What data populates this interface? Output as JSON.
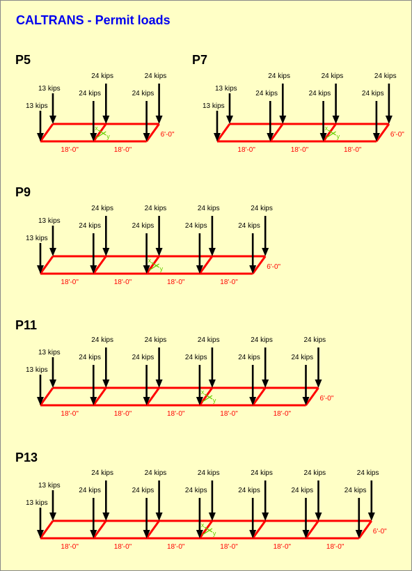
{
  "title": "CALTRANS - Permit loads",
  "colors": {
    "background": "#ffffc6",
    "title": "#0000ee",
    "deck": "#ff0000",
    "dimension": "#ff0000",
    "axes": "#66cc00",
    "arrow": "#000000"
  },
  "labels": {
    "axle_13": "13 kips",
    "axle_24": "24 kips",
    "spacing": "18'-0\"",
    "width": "6'-0\"",
    "axis_x": "x",
    "axis_y": "y"
  },
  "trucks": [
    {
      "name": "P5",
      "spans": 2,
      "axis_span": 1
    },
    {
      "name": "P7",
      "spans": 3,
      "axis_span": 2
    },
    {
      "name": "P9",
      "spans": 4,
      "axis_span": 2
    },
    {
      "name": "P11",
      "spans": 5,
      "axis_span": 3
    },
    {
      "name": "P13",
      "spans": 6,
      "axis_span": 3
    }
  ]
}
